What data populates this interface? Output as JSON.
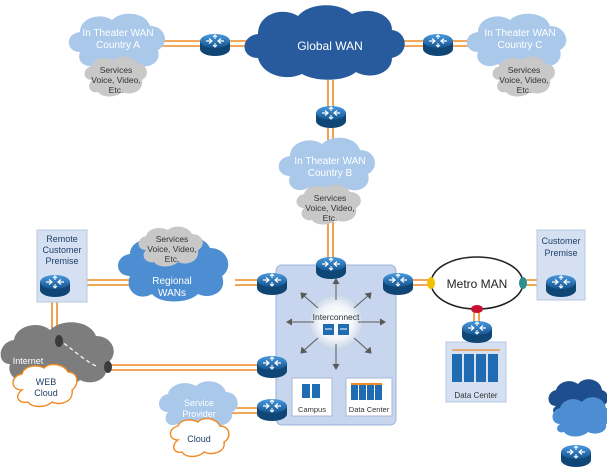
{
  "global_wan": "Global WAN",
  "country_a": {
    "line1": "In Theater WAN",
    "line2": "Country A"
  },
  "country_b": {
    "line1": "In Theater WAN",
    "line2": "Country B"
  },
  "country_c": {
    "line1": "In Theater WAN",
    "line2": "Country C"
  },
  "services": {
    "line1": "Services",
    "line2": "Voice, Video,",
    "line3": "Etc."
  },
  "regional": {
    "line1": "Regional",
    "line2": "WANs"
  },
  "remote_customer": {
    "line1": "Remote",
    "line2": "Customer",
    "line3": "Premise"
  },
  "customer_premise": {
    "line1": "Customer",
    "line2": "Premise"
  },
  "internet": "Internet",
  "web_cloud": {
    "line1": "WEB",
    "line2": "Cloud"
  },
  "service_provider": {
    "line1": "Service",
    "line2": "Provider"
  },
  "cloud_label": "Cloud",
  "interconnect": "Interconnect",
  "campus": "Campus",
  "data_center": "Data Center",
  "metro_man": "Metro MAN",
  "colors": {
    "cloud_blue": "#4d8ed2",
    "cloud_light": "#a9c8ea",
    "services_gray": "#c8c8c8",
    "router_blue": "#1f6cb3",
    "link_orange": "#f08a24",
    "box_fill": "#d5e1f3",
    "navy_cloud": "#1f4e8f"
  }
}
